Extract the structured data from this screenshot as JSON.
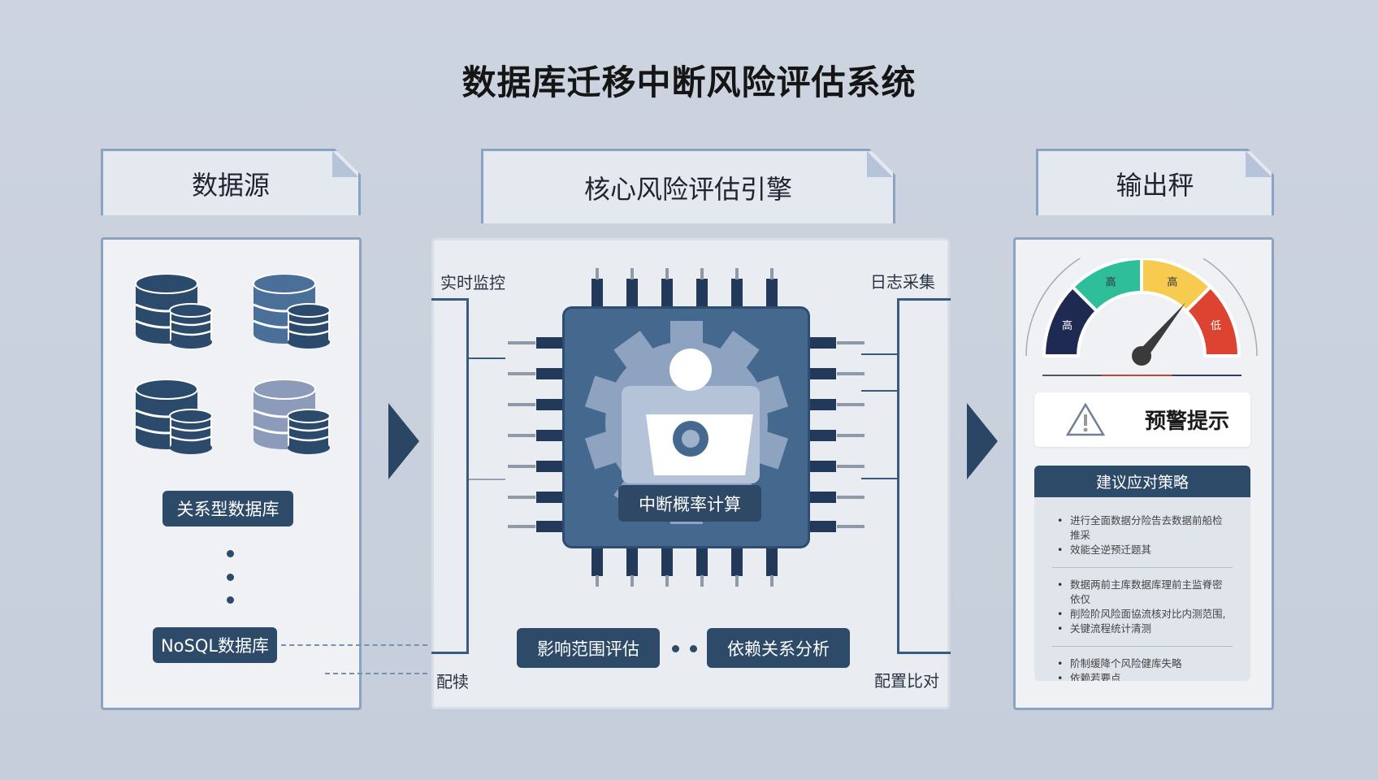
{
  "title": "数据库迁移中断风险评估系统",
  "sections": {
    "source": {
      "title": "数据源",
      "relational": "关系型数据库",
      "nosql": "NoSQL数据库"
    },
    "engine": {
      "title": "核心风险评估引擎",
      "monitor": "实时监控",
      "log": "日志采集",
      "config_left": "配犊",
      "config_right": "配置比对",
      "core": "中断概率计算",
      "impact": "影响范围评估",
      "dependency": "依赖关系分析"
    },
    "output": {
      "title": "输出秤",
      "gauge": {
        "segments": [
          {
            "label": "高",
            "color": "#1f2a52"
          },
          {
            "label": "高",
            "color": "#2ebf9a"
          },
          {
            "label": "高",
            "color": "#f6cb4f"
          },
          {
            "label": "低",
            "color": "#dc4431"
          }
        ],
        "needle_level": 0.72
      },
      "warning": "预警提示",
      "strategy_title": "建议应对策略",
      "strategy_groups": [
        [
          "进行全面数据分险告去数据前船检推采",
          "效能全逆预迁题其"
        ],
        [
          "数据两前主库数据库理前主监脊密依仅",
          "削险阶风险面協流核对比内测范围,",
          "关键流程统计清测"
        ],
        [
          "阶制缓降个风险健库失略",
          "依赖若要点"
        ]
      ]
    }
  },
  "colors": {
    "navy": "#2d4a68",
    "chip": "#45688f",
    "border": "#8ba3c3"
  }
}
